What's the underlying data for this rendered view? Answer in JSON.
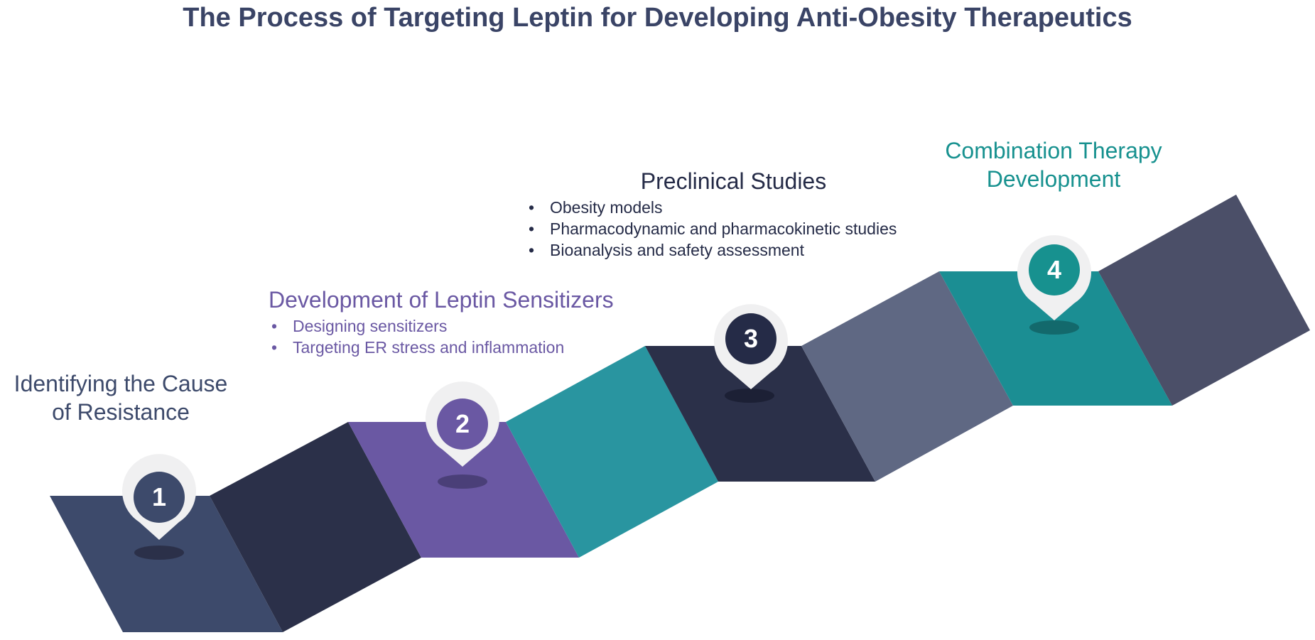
{
  "title": "The Process of Targeting Leptin for Developing Anti-Obesity Therapeutics",
  "colors": {
    "title": "#3a4466",
    "step1": "#3d4a6b",
    "step2": "#6a58a3",
    "step3": "#252b47",
    "step4": "#17918f",
    "pin_halo": "#f0f0f1",
    "dark_panel": "#2b3049",
    "teal_panel": "#2995a0",
    "slate_panel": "#5f6883",
    "end_panel": "#4b4f68"
  },
  "steps": [
    {
      "number": "1",
      "heading_lines": [
        "Identifying the Cause",
        "of Resistance"
      ],
      "bullets": []
    },
    {
      "number": "2",
      "heading": "Development of Leptin Sensitizers",
      "bullets": [
        "Designing sensitizers",
        "Targeting ER stress and inflammation"
      ]
    },
    {
      "number": "3",
      "heading": "Preclinical Studies",
      "bullets": [
        "Obesity models",
        "Pharmacodynamic and pharmacokinetic studies",
        "Bioanalysis and safety assessment"
      ]
    },
    {
      "number": "4",
      "heading_lines": [
        "Combination Therapy",
        "Development"
      ],
      "bullets": []
    }
  ]
}
